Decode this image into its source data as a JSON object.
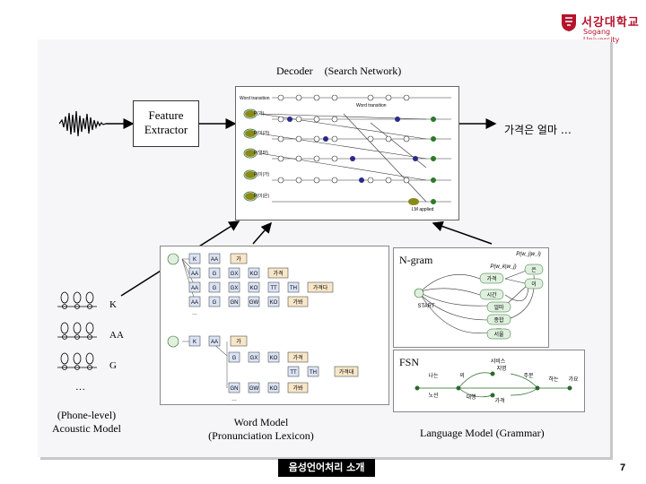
{
  "logo": {
    "korean": "서강대학교",
    "english": "Sogang University",
    "color": "#b5122b"
  },
  "decoder": {
    "title": "Decoder",
    "subtitle": "(Search Network)"
  },
  "feature_extractor": {
    "line1": "Feature",
    "line2": "Extractor"
  },
  "output_text": "가격은 얼마 …",
  "search_network": {
    "word_transition": "Word transition",
    "word_transition2": "Word transition",
    "lm_applied": "LM applied",
    "labels": [
      "P(가)",
      "P(이|가)",
      "P(얼마)",
      "P(이|가)",
      "P(이|은)"
    ]
  },
  "acoustic": {
    "phones": [
      "K",
      "AA",
      "G"
    ],
    "ellipsis": "…",
    "label1": "(Phone-level)",
    "label2": "Acoustic Model"
  },
  "word_model": {
    "label1": "Word Model",
    "label2": "(Pronunciation Lexicon)",
    "top_rows": [
      [
        "K",
        "AA",
        "가"
      ],
      [
        "AA",
        "G",
        "GX",
        "KO",
        "가격"
      ],
      [
        "AA",
        "G",
        "GX",
        "KO",
        "TT",
        "TH",
        "가격다"
      ],
      [
        "AA",
        "G",
        "GN",
        "GW",
        "KO",
        "가봐"
      ]
    ],
    "bottom_rows": [
      [
        "K",
        "AA",
        "가"
      ],
      [
        "G",
        "GX",
        "KO",
        "가격"
      ],
      [
        "TT",
        "TH",
        "가격대"
      ],
      [
        "GN",
        "GW",
        "KO",
        "가봐"
      ]
    ],
    "ellipsis": "…"
  },
  "ngram": {
    "label": "N-gram",
    "probs": [
      "P(w_j|w_i)",
      "P(w_k|w_j)"
    ],
    "start": "START",
    "words": [
      "가격",
      "시간",
      "얼마",
      "종합",
      "서울",
      "은",
      "이"
    ],
    "ellipsis": "…"
  },
  "fsn": {
    "label": "FSN",
    "nodes": [
      "나는",
      "서비스",
      "지명",
      "의",
      "가격",
      "주문",
      "하는",
      "가요",
      "노선",
      "대행"
    ]
  },
  "language_model": {
    "label": "Language Model (Grammar)"
  },
  "footer": {
    "text": "음성언어처리 소개",
    "page": "7"
  }
}
